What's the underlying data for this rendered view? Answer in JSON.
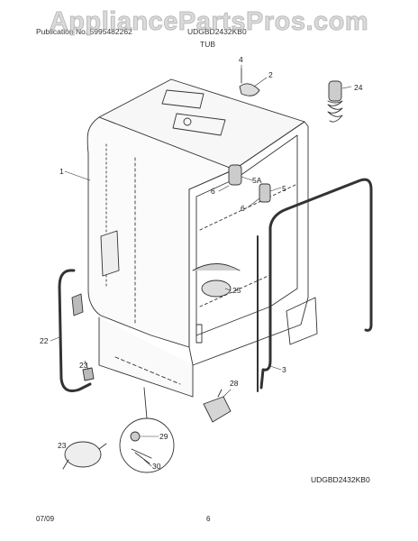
{
  "watermark": "AppliancePartsPros.com",
  "header": {
    "publication_label": "Publication No. 5995482262",
    "model_label": "UDGBD2432KB0",
    "section_title": "TUB"
  },
  "diagram_code": "UDGBD2432KB0",
  "footer": {
    "date": "07/09",
    "page_number": "6"
  },
  "callouts": {
    "c1": "1",
    "c2": "2",
    "c3": "3",
    "c4": "4",
    "c5": "5",
    "c5a": "5A",
    "c6a": "6",
    "c6b": "6",
    "c22": "22",
    "c23a": "23",
    "c23b": "23",
    "c24": "24",
    "c25": "25",
    "c28": "28",
    "c29": "29",
    "c30": "30"
  }
}
